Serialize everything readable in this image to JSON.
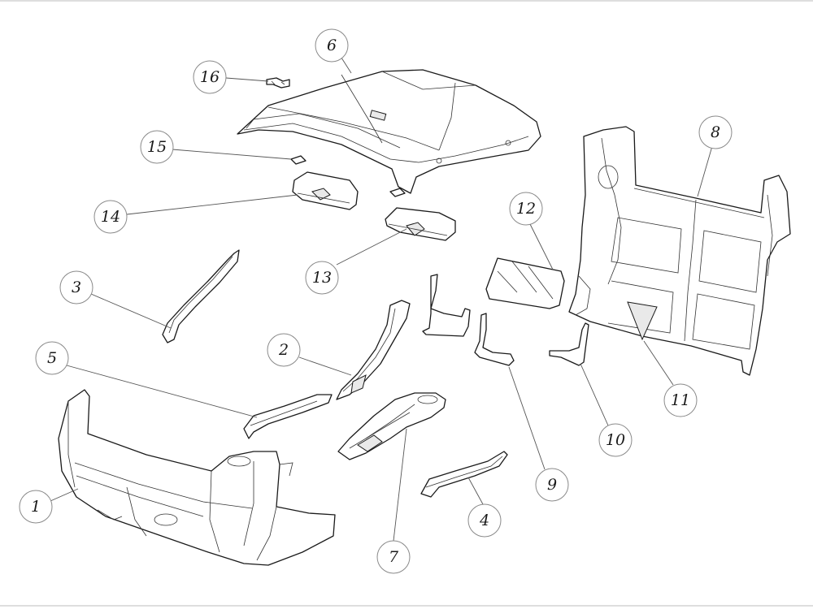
{
  "callouts": [
    {
      "id": "callout-1",
      "label": "1"
    },
    {
      "id": "callout-2",
      "label": "2"
    },
    {
      "id": "callout-3",
      "label": "3"
    },
    {
      "id": "callout-4",
      "label": "4"
    },
    {
      "id": "callout-5",
      "label": "5"
    },
    {
      "id": "callout-6",
      "label": "6"
    },
    {
      "id": "callout-7",
      "label": "7"
    },
    {
      "id": "callout-8",
      "label": "8"
    },
    {
      "id": "callout-9",
      "label": "9"
    },
    {
      "id": "callout-10",
      "label": "10"
    },
    {
      "id": "callout-11",
      "label": "11"
    },
    {
      "id": "callout-12",
      "label": "12"
    },
    {
      "id": "callout-13",
      "label": "13"
    },
    {
      "id": "callout-14",
      "label": "14"
    },
    {
      "id": "callout-15",
      "label": "15"
    },
    {
      "id": "callout-16",
      "label": "16"
    }
  ]
}
